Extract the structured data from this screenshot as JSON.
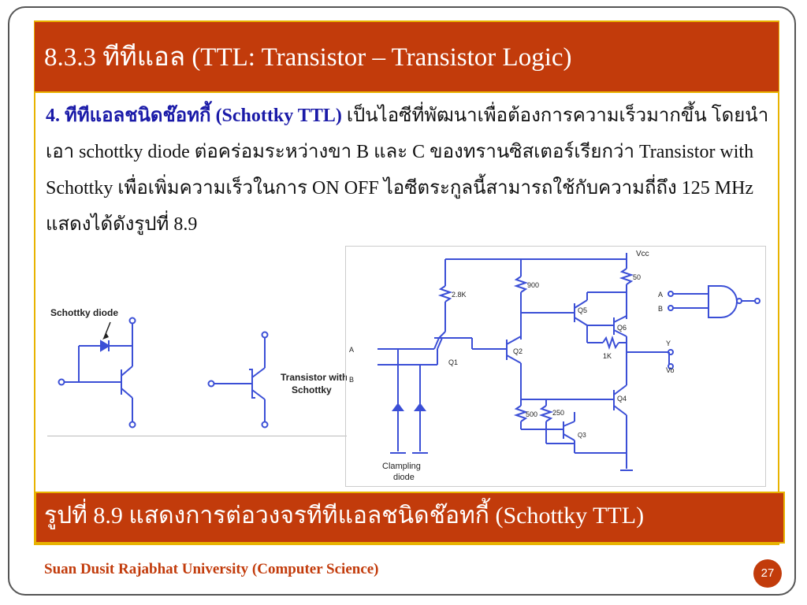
{
  "slide": {
    "title": "8.3.3 ทีทีแอล (TTL: Transistor – Transistor Logic)",
    "body": {
      "lead": "4. ทีทีแอลชนิดช๊อทกี้ (Schottky TTL)",
      "text": " เป็นไอซีที่พัฒนาเพื่อต้องการความเร็วมากขึ้น โดยนำเอา schottky diode ต่อคร่อมระหว่างขา B และ C ของทรานซิสเตอร์เรียกว่า Transistor with Schottky เพื่อเพิ่มความเร็วในการ ON OFF ไอซีตระกูลนี้สามารถใช้กับความถี่ถึง 125 MHz แสดงได้ดังรูปที่ 8.9"
    },
    "caption": "รูปที่ 8.9 แสดงการต่อวงจรทีทีแอลชนิดช๊อทกี้ (Schottky TTL)",
    "footer": "Suan Dusit Rajabhat University (Computer Science)",
    "page_number": "27"
  },
  "figure_left": {
    "label_schottky_diode": "Schottky diode",
    "label_transistor_with": "Transistor with",
    "label_schottky": "Schottky"
  },
  "figure_right": {
    "vcc": "Vcc",
    "r1": "2.8K",
    "r2": "900",
    "r3": "50",
    "r4": "1K",
    "r5": "500",
    "r6": "250",
    "q1": "Q1",
    "q2": "Q2",
    "q3": "Q3",
    "q4": "Q4",
    "q5": "Q5",
    "q6": "Q6",
    "in_a": "A",
    "in_b": "B",
    "out_y": "Y",
    "out_vo": "Vo",
    "gate_a": "A",
    "gate_b": "B",
    "clamp_line1": "Clampling",
    "clamp_line2": "diode"
  },
  "colors": {
    "title_bg": "#c23b0b",
    "frame_border": "#e8b300",
    "lead_text": "#1a1aa8",
    "wire": "#3b4fd6"
  }
}
